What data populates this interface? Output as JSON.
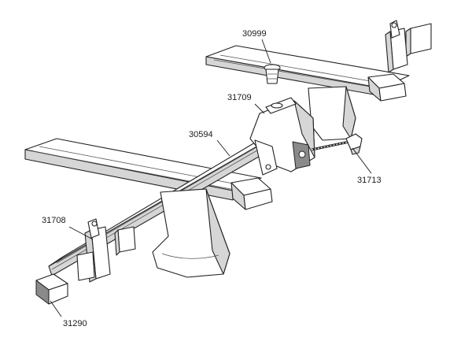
{
  "diagram": {
    "callouts": {
      "screw": "30999",
      "bracket": "31709",
      "bar": "30594",
      "bolt": "31713",
      "end_clip": "31708",
      "end_cap": "31290"
    }
  }
}
